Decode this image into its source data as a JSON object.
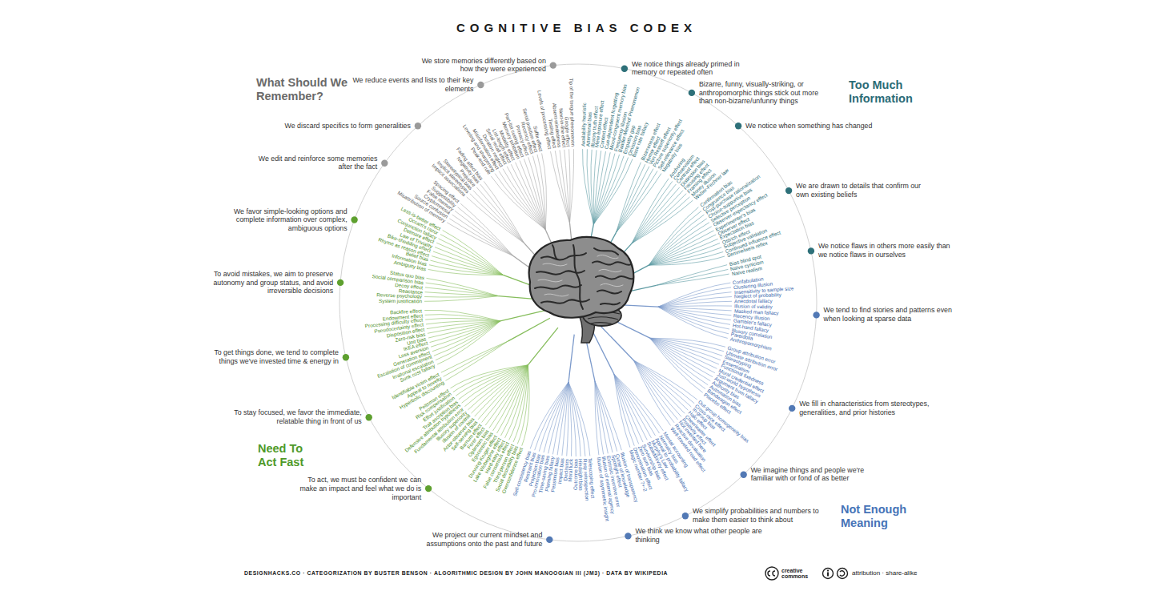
{
  "diagram": {
    "title": "COGNITIVE BIAS CODEX",
    "labels": [
      "Too Much Information",
      "Not Enough Meaning",
      "Need To Act Fast",
      "What Should We Remember?",
      "We notice things already primed in memory or repeated often",
      "Availability heuristic",
      "Attentional bias",
      "Illusory truth effect",
      "Mere exposure effect",
      "Context effect",
      "Cue-dependent forgetting",
      "Mood-congruent memory bias",
      "Frequency illusion",
      "Baader-Meinhof Phenomenon",
      "Empathy gap",
      "Omission bias",
      "Base rate fallacy",
      "Bizarre, funny, visually-striking, or anthropomorphic things stick out more than non-bizarre/unfunny things",
      "Bizarreness effect",
      "Humor effect",
      "Von Restorff effect",
      "Picture superiority effect",
      "Self-relevance effect",
      "Negativity bias",
      "We notice when something has changed",
      "Anchoring",
      "Conservatism",
      "Contrast effect",
      "Distinction bias",
      "Focusing effect",
      "Framing effect",
      "Money illusion",
      "Weber-Fechner law",
      "We are drawn to details that confirm our own existing beliefs",
      "Confirmation bias",
      "Congruence bias",
      "Post-purchase rationalization",
      "Choice-supportive bias",
      "Selective perception",
      "Observer-expectancy effect",
      "Experimenter's bias",
      "Observer effect",
      "Expectation bias",
      "Ostrich effect",
      "Subjective validation",
      "Continued influence effect",
      "Semmelweis reflex",
      "We notice flaws in others more easily than we notice flaws in ourselves",
      "Bias blind spot",
      "Naïve cynicism",
      "Naïve realism",
      "We tend to find stories and patterns even when looking at sparse data",
      "Confabulation",
      "Clustering illusion",
      "Insensitivity to sample size",
      "Neglect of probability",
      "Anecdotal fallacy",
      "Illusion of validity",
      "Masked man fallacy",
      "Recency illusion",
      "Gambler's fallacy",
      "Hot-hand fallacy",
      "Illusory correlation",
      "Pareidolia",
      "Anthropomorphism",
      "We fill in characteristics from stereotypes, generalities, and prior histories",
      "Group attribution error",
      "Ultimate attribution error",
      "Stereotyping",
      "Essentialism",
      "Functional fixedness",
      "Moral credential effect",
      "Just-world hypothesis",
      "Argument from fallacy",
      "Authority bias",
      "Automation bias",
      "Bandwagon effect",
      "Placebo effect",
      "We imagine things and people we're familiar with or fond of as better",
      "Out-group homogeneity bias",
      "Cross-race effect",
      "In-group bias",
      "Halo effect",
      "Cheerleader effect",
      "Positivity effect",
      "Not invented here",
      "Reactive devaluation",
      "Well-traveled road effect",
      "We simplify probabilities and numbers to make them easier to think about",
      "Mental accounting",
      "Normalcy bias",
      "Appeal to probability fallacy",
      "Murphy's Law",
      "Subadditivity effect",
      "Survivorship bias",
      "Zero sum bias",
      "Denomination effect",
      "Magic number 7+-2",
      "We think we know what other people are thinking",
      "Illusion of transparency",
      "Curse of knowledge",
      "Spotlight effect",
      "Extrinsic incentive error",
      "Illusion of external agency",
      "Illusion of asymmetric insight",
      "We project our current mindset and assumptions onto the past and future",
      "Telescoping effect",
      "Rosy retrospection",
      "Hindsight bias",
      "Outcome bias",
      "Moral luck",
      "Declinism",
      "Impact bias",
      "Pessimism bias",
      "Planning fallacy",
      "Time-saving bias",
      "Pro-innovation bias",
      "Projection bias",
      "Restraint bias",
      "Self-consistency bias",
      "To act, we must be confident we can make an impact and feel what we do is important",
      "Overconfidence effect",
      "Social desirability bias",
      "Third-person effect",
      "False consensus effect",
      "Hard-easy effect",
      "Lake Wobegone effect",
      "Dunning-Kruger effect",
      "Egocentric bias",
      "Optimism bias",
      "Forer effect",
      "Barnum effect",
      "Self-serving bias",
      "Actor-observer bias",
      "Illusion of control",
      "Illusory superiority",
      "Fundamental attribution error",
      "Defensive attribution hypothesis",
      "Trait ascription bias",
      "Effort justification",
      "Risk compensation",
      "Peltzman effect",
      "To stay focused, we favor the immediate, relatable thing in front of us",
      "Hyperbolic discounting",
      "Appeal to novelty",
      "Identifiable victim effect",
      "To get things done, we tend to complete things we've invested time & energy in",
      "Sunk cost fallacy",
      "Irrational escalation",
      "Escalation of commitment",
      "Generation effect",
      "Loss aversion",
      "IKEA effect",
      "Unit bias",
      "Zero-risk bias",
      "Disposition effect",
      "Pseudocertainty effect",
      "Processing difficulty effect",
      "Endowment effect",
      "Backfire effect",
      "To avoid mistakes, we aim to preserve autonomy and group status, and avoid irreversible decisions",
      "System justification",
      "Reverse psychology",
      "Reactance",
      "Decoy effect",
      "Social comparison bias",
      "Status quo bias",
      "We favor simple-looking options and complete information over complex, ambiguous options",
      "Ambiguity bias",
      "Information bias",
      "Belief bias",
      "Rhyme as reason effect",
      "Bike-shedding effect",
      "Law of Triviality",
      "Delmore effect",
      "Conjunction fallacy",
      "Occam's razor",
      "Less-is-better effect",
      "We edit and reinforce some memories after the fact",
      "Misattribution of memory",
      "Source confusion",
      "Cryptomnesia",
      "False memory",
      "Suggestibility",
      "Spacing effect",
      "We discard specifics to form generalities",
      "Implicit associations",
      "Implicit stereotypes",
      "Stereotypical bias",
      "Prejudice",
      "Negativity bias",
      "Fading affect bias",
      "We reduce events and lists to their key elements",
      "Peak-end rule",
      "Leveling and sharpening",
      "Misinformation effect",
      "Duration neglect",
      "Serial recall effect",
      "List-length effect",
      "Modality effect",
      "Memory inhibition",
      "Part-list cueing effect",
      "Primacy effect",
      "Recency effect",
      "Serial position effect",
      "Suffix effect",
      "We store memories differently based on how they were experienced",
      "Levels of processing effect",
      "Testing effect",
      "Absent-mindedness",
      "Next-in-line effect",
      "Google effect",
      "Tip of the tongue phenomenon",
      "DESIGNHACKS.CO · CATEGORIZATION BY BUSTER BENSON · ALGORITHMIC DESIGN BY JOHN MANOOGIAN III (JM3) · DATA BY WIKIPEDIA",
      "creative commons",
      "attribution · share-alike"
    ]
  }
}
